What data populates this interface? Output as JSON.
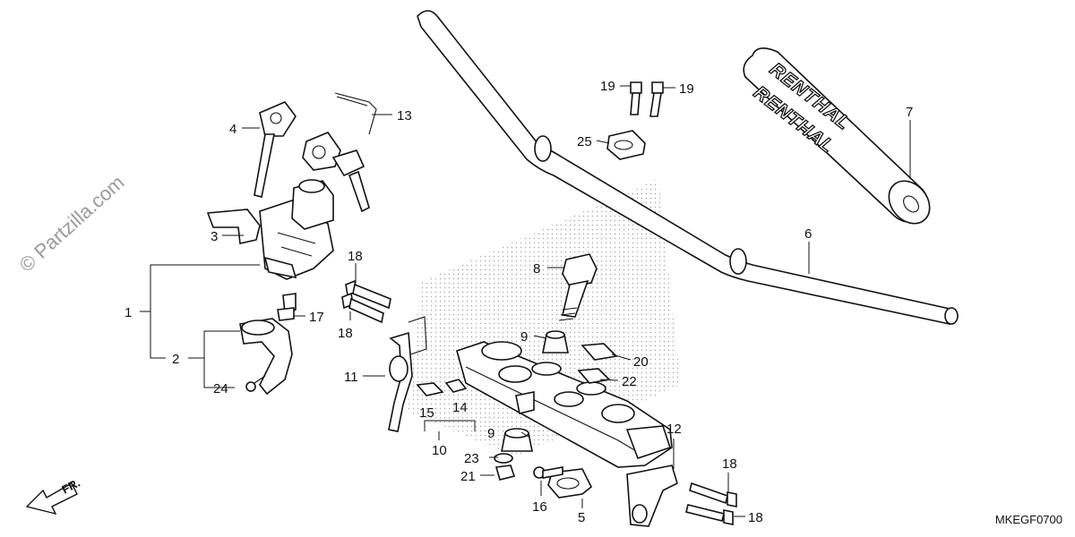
{
  "watermark": "© Partzilla.com",
  "diagram_code": "MKEGF0700",
  "direction_label": "FR.",
  "brand_text": "RENTHAL",
  "callouts": {
    "c1": "1",
    "c2": "2",
    "c3": "3",
    "c4": "4",
    "c5": "5",
    "c6": "6",
    "c7": "7",
    "c8": "8",
    "c9a": "9",
    "c9b": "9",
    "c10": "10",
    "c11": "11",
    "c12": "12",
    "c13": "13",
    "c14": "14",
    "c15": "15",
    "c16": "16",
    "c17": "17",
    "c18a": "18",
    "c18b": "18",
    "c18c": "18",
    "c18d": "18",
    "c19a": "19",
    "c19b": "19",
    "c20": "20",
    "c21": "21",
    "c22": "22",
    "c23": "23",
    "c24": "24",
    "c25": "25"
  }
}
